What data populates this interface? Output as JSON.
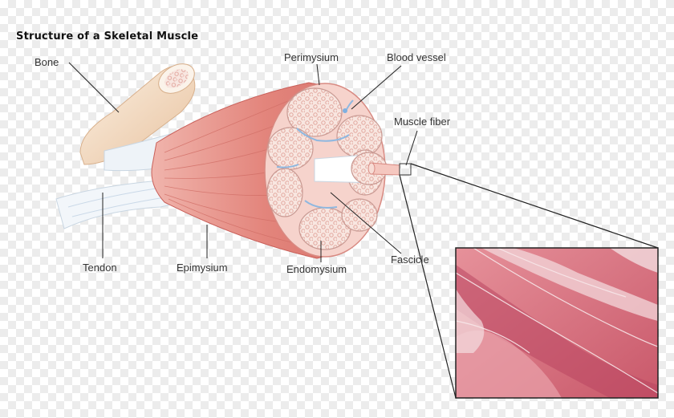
{
  "title": "Structure of a Skeletal Muscle",
  "labels": {
    "bone": "Bone",
    "perimysium": "Perimysium",
    "blood_vessel": "Blood vessel",
    "muscle_fiber": "Muscle fiber",
    "tendon": "Tendon",
    "epimysium": "Epimysium",
    "endomysium": "Endomysium",
    "fascicle": "Fascicle"
  },
  "colors": {
    "muscle": "#e3857c",
    "muscle_dark": "#c9605a",
    "bone": "#f3dcc4",
    "tendon": "#f4f7fa",
    "fascicle_fill": "#f7e4dd",
    "dots": "#e6a8a0",
    "vessel": "#9cc3e6",
    "micrograph": "#d9707a"
  }
}
